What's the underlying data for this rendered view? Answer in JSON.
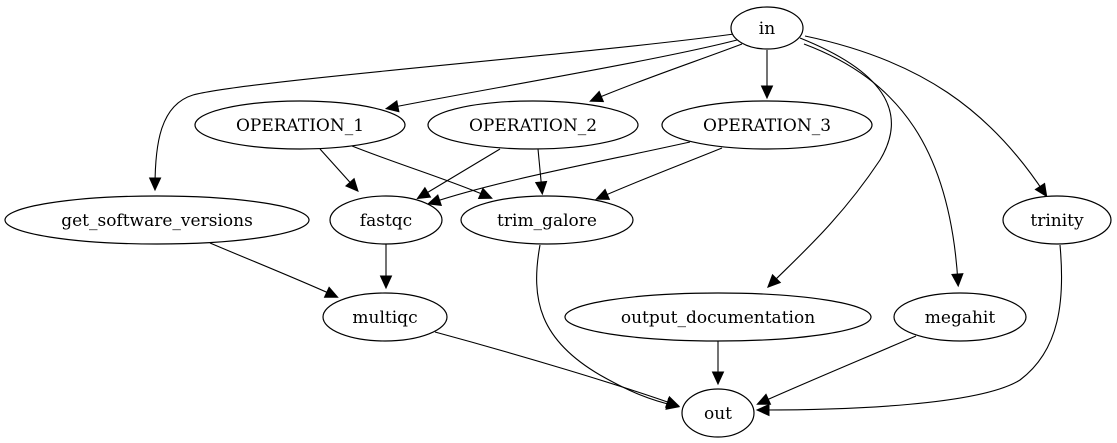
{
  "diagram": {
    "type": "directed-graph",
    "nodes": [
      {
        "id": "in",
        "label": "in"
      },
      {
        "id": "op1",
        "label": "OPERATION_1"
      },
      {
        "id": "op2",
        "label": "OPERATION_2"
      },
      {
        "id": "op3",
        "label": "OPERATION_3"
      },
      {
        "id": "gsv",
        "label": "get_software_versions"
      },
      {
        "id": "fastqc",
        "label": "fastqc"
      },
      {
        "id": "trim",
        "label": "trim_galore"
      },
      {
        "id": "trinity",
        "label": "trinity"
      },
      {
        "id": "multiqc",
        "label": "multiqc"
      },
      {
        "id": "outdoc",
        "label": "output_documentation"
      },
      {
        "id": "megahit",
        "label": "megahit"
      },
      {
        "id": "out",
        "label": "out"
      }
    ],
    "edges": [
      {
        "from": "in",
        "to": "gsv"
      },
      {
        "from": "in",
        "to": "op1"
      },
      {
        "from": "in",
        "to": "op2"
      },
      {
        "from": "in",
        "to": "op3"
      },
      {
        "from": "in",
        "to": "outdoc"
      },
      {
        "from": "in",
        "to": "megahit"
      },
      {
        "from": "in",
        "to": "trinity"
      },
      {
        "from": "op1",
        "to": "fastqc"
      },
      {
        "from": "op1",
        "to": "trim"
      },
      {
        "from": "op2",
        "to": "fastqc"
      },
      {
        "from": "op2",
        "to": "trim"
      },
      {
        "from": "op3",
        "to": "fastqc"
      },
      {
        "from": "op3",
        "to": "trim"
      },
      {
        "from": "gsv",
        "to": "multiqc"
      },
      {
        "from": "fastqc",
        "to": "multiqc"
      },
      {
        "from": "multiqc",
        "to": "out"
      },
      {
        "from": "trim",
        "to": "out"
      },
      {
        "from": "outdoc",
        "to": "out"
      },
      {
        "from": "megahit",
        "to": "out"
      },
      {
        "from": "trinity",
        "to": "out"
      }
    ]
  }
}
